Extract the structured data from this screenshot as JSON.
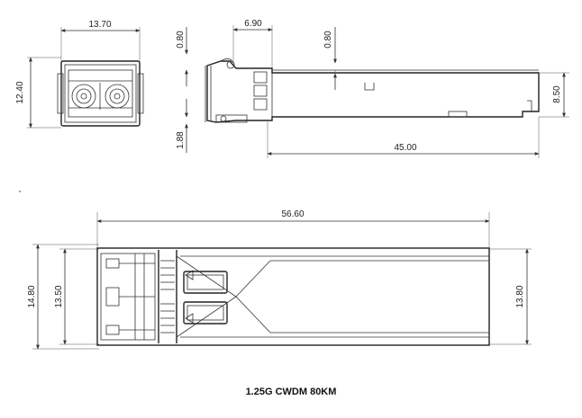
{
  "front_view": {
    "width_label": "13.70",
    "height_label": "12.40"
  },
  "side_view": {
    "tab_top_label": "0.80",
    "latch_label": "6.90",
    "tab_top_label_right": "0.80",
    "bottom_label": "1.88",
    "body_height_label": "8.50",
    "body_length_label": "45.00"
  },
  "top_view": {
    "overall_length_label": "56.60",
    "overall_width_label": "14.80",
    "inner_width_label": "13.50",
    "body_width_label": "13.80"
  },
  "caption": "1.25G CWDM 80KM",
  "colors": {
    "line": "#333333",
    "text": "#222222"
  }
}
